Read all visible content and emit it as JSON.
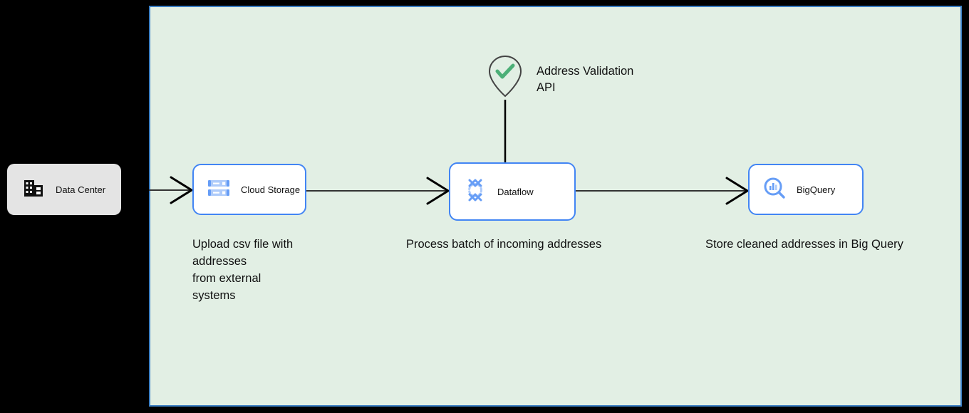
{
  "diagram": {
    "type": "architecture-flow",
    "background_color": "#000000",
    "container": {
      "name": "google-cloud-boundary",
      "fill_color": "#e2efe4",
      "border_color": "#3b7fc4"
    }
  },
  "nodes": {
    "data_center": {
      "label": "Data Center",
      "icon": "building-icon",
      "fill_color": "#e4e4e4",
      "text_color": "#111111"
    },
    "cloud_storage": {
      "label": "Cloud Storage",
      "icon": "cloud-storage-icon",
      "fill_color": "#ffffff",
      "border_color": "#4285f4"
    },
    "dataflow": {
      "label": "Dataflow",
      "icon": "dataflow-icon",
      "fill_color": "#ffffff",
      "border_color": "#4285f4"
    },
    "bigquery": {
      "label": "BigQuery",
      "icon": "bigquery-icon",
      "fill_color": "#ffffff",
      "border_color": "#4285f4"
    },
    "address_validation_api": {
      "label": "Address Validation\nAPI",
      "icon": "map-pin-check-icon",
      "check_color": "#4caf77",
      "pin_color": "#444444"
    }
  },
  "captions": {
    "upload": "Upload csv file with\naddresses\nfrom external\nsystems",
    "process": "Process batch of incoming addresses",
    "store": "Store cleaned addresses in Big Query"
  },
  "edges": [
    {
      "name": "edge-datacenter-to-cloudstorage",
      "from": "data_center",
      "to": "cloud_storage"
    },
    {
      "name": "edge-cloudstorage-to-dataflow",
      "from": "cloud_storage",
      "to": "dataflow"
    },
    {
      "name": "edge-dataflow-to-bigquery",
      "from": "dataflow",
      "to": "bigquery"
    },
    {
      "name": "edge-api-to-dataflow",
      "from": "address_validation_api",
      "to": "dataflow"
    }
  ]
}
